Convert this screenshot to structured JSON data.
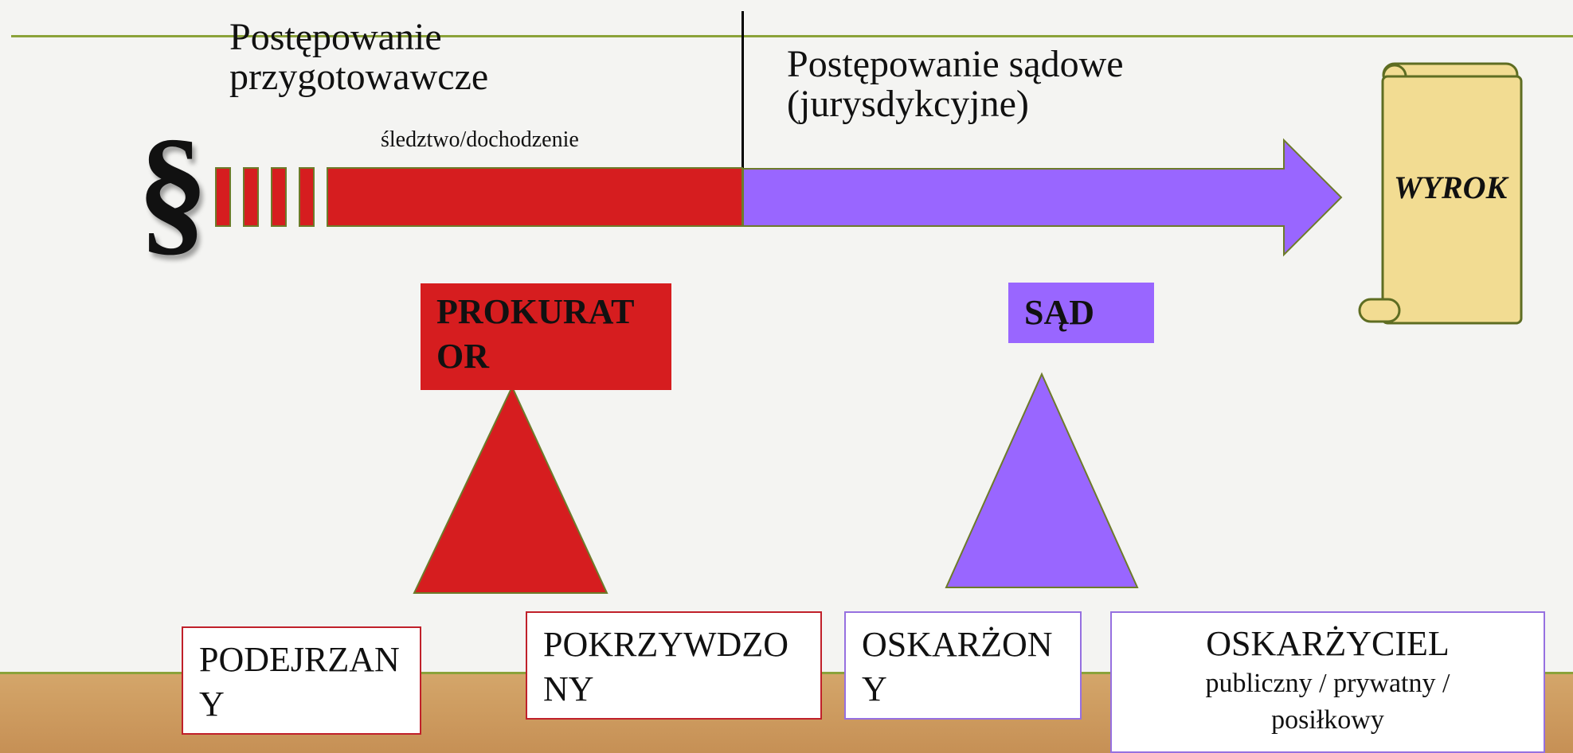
{
  "stages": {
    "preparatory": "Postępowanie przygotowawcze",
    "preparatory_sub": "śledztwo/dochodzenie",
    "court": "Postępowanie sądowe (jurysdykcyjne)"
  },
  "symbol": "§",
  "roles": {
    "prosecutor": "PROKURATOR",
    "court": "SĄD"
  },
  "verdict": "WYROK",
  "parties": {
    "suspect": "PODEJRZANY",
    "victim": "POKRZYWDZONY",
    "accused": "OSKARŻONY",
    "accuser": "OSKARŻYCIEL",
    "accuser_types": "publiczny / prywatny / posiłkowy"
  },
  "colors": {
    "red": "#d61d1f",
    "purple": "#9966ff",
    "olive": "#6d7b2a",
    "scroll": "#f2dc92"
  }
}
